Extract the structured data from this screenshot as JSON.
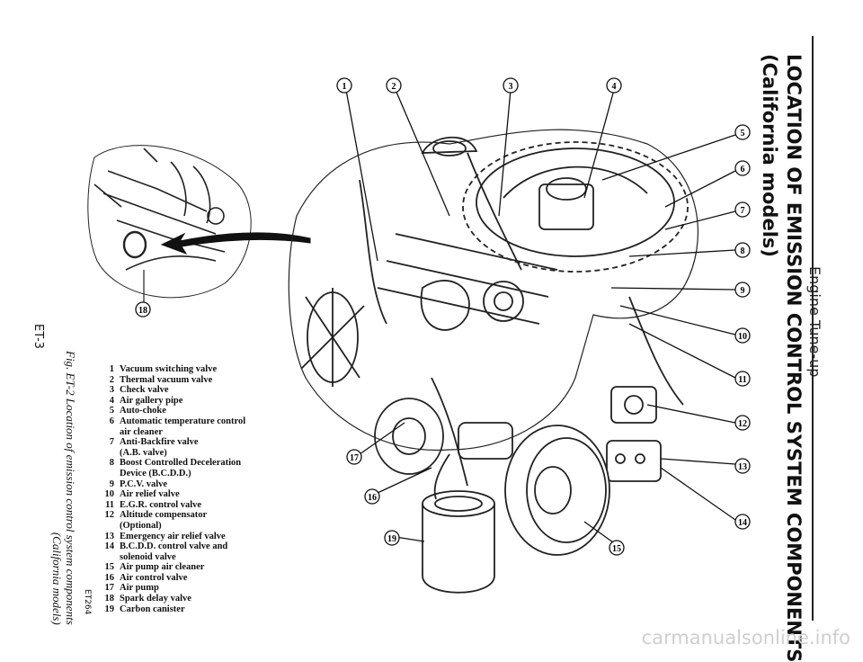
{
  "header": {
    "section": "Engine Tune-up"
  },
  "title": {
    "line1": "LOCATION OF EMISSION CONTROL SYSTEM COMPONENTS",
    "line2": "(California models)"
  },
  "page_id": "ET-3",
  "figure": {
    "caption_line1": "Fig. ET-2 Location of emission control system components",
    "caption_line2": "(California models)",
    "code": "ET264"
  },
  "legend": [
    {
      "num": "1",
      "lines": [
        "Vacuum switching valve"
      ]
    },
    {
      "num": "2",
      "lines": [
        "Thermal vacuum valve"
      ]
    },
    {
      "num": "3",
      "lines": [
        "Check valve"
      ]
    },
    {
      "num": "4",
      "lines": [
        "Air gallery pipe"
      ]
    },
    {
      "num": "5",
      "lines": [
        "Auto-choke"
      ]
    },
    {
      "num": "6",
      "lines": [
        "Automatic temperature control",
        "air cleaner"
      ]
    },
    {
      "num": "7",
      "lines": [
        "Anti-Backfire valve",
        "(A.B. valve)"
      ]
    },
    {
      "num": "8",
      "lines": [
        "Boost Controlled Deceleration",
        "Device (B.C.D.D.)"
      ]
    },
    {
      "num": "9",
      "lines": [
        "P.C.V. valve"
      ]
    },
    {
      "num": "10",
      "lines": [
        "Air relief valve"
      ]
    },
    {
      "num": "11",
      "lines": [
        "E.G.R. control valve"
      ]
    },
    {
      "num": "12",
      "lines": [
        "Altitude compensator",
        "(Optional)"
      ]
    },
    {
      "num": "13",
      "lines": [
        "Emergency air relief valve"
      ]
    },
    {
      "num": "14",
      "lines": [
        "B.C.D.D. control valve and",
        "solenoid valve"
      ]
    },
    {
      "num": "15",
      "lines": [
        "Air pump air cleaner"
      ]
    },
    {
      "num": "16",
      "lines": [
        "Air control valve"
      ]
    },
    {
      "num": "17",
      "lines": [
        "Air pump"
      ]
    },
    {
      "num": "18",
      "lines": [
        "Spark delay valve"
      ]
    },
    {
      "num": "19",
      "lines": [
        "Carbon canister"
      ]
    }
  ],
  "callouts": [
    "1",
    "2",
    "3",
    "4",
    "5",
    "6",
    "7",
    "8",
    "9",
    "10",
    "11",
    "12",
    "13",
    "14",
    "15",
    "16",
    "17",
    "18",
    "19"
  ],
  "footer": {
    "watermark": "carmanualsonline.info"
  }
}
